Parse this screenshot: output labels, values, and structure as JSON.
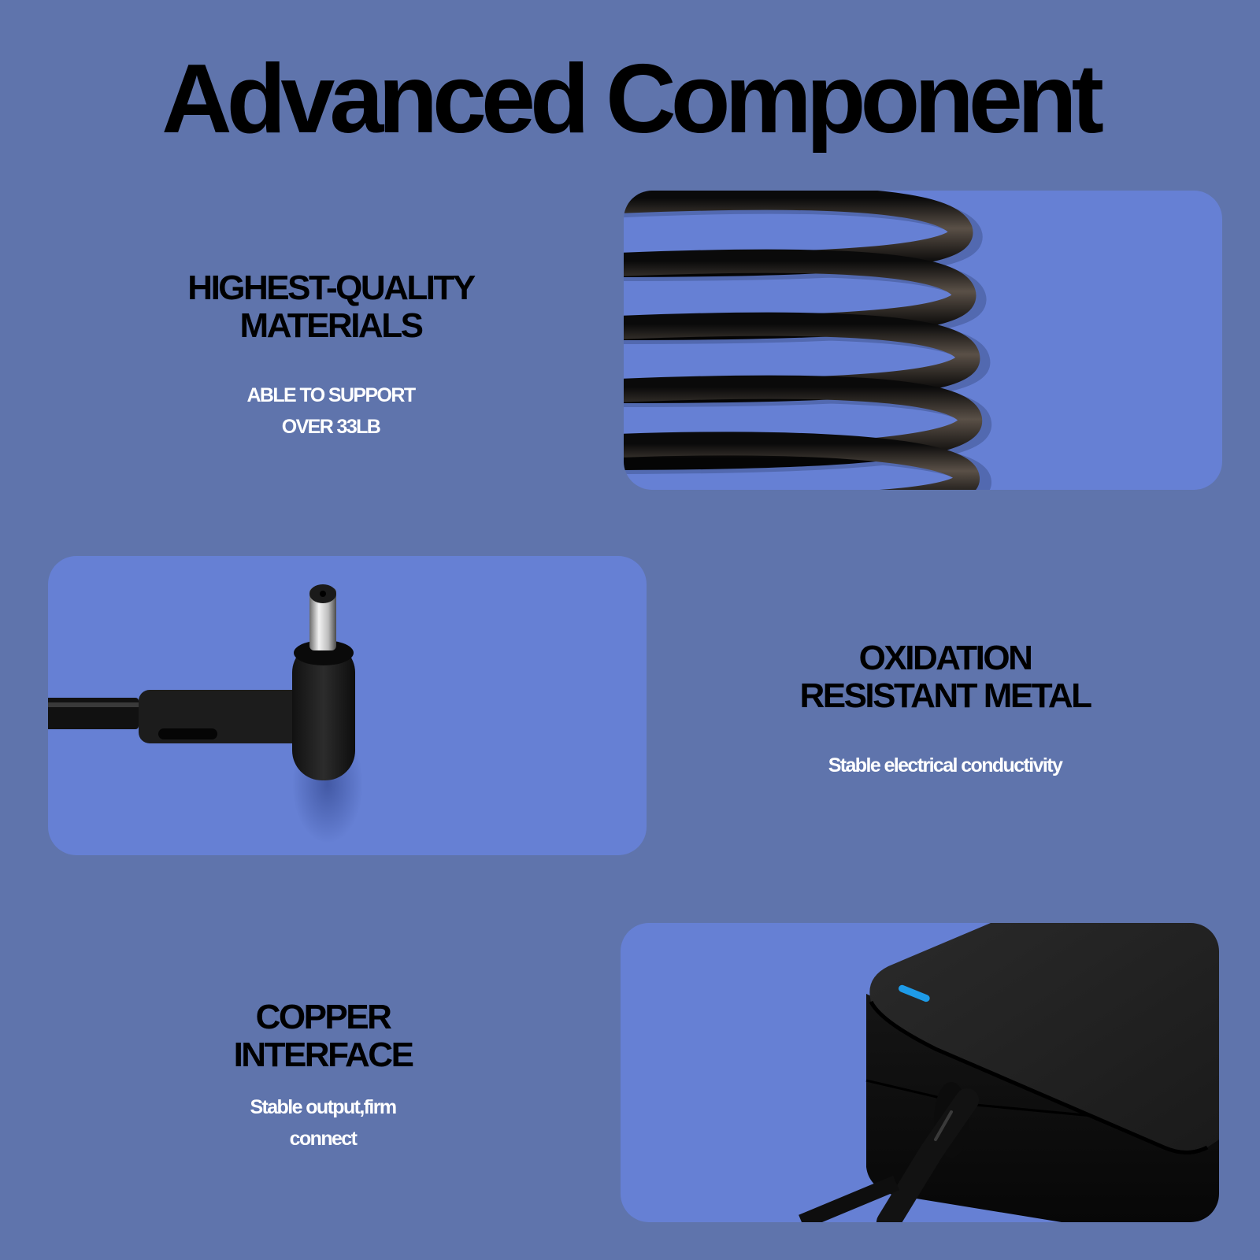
{
  "page": {
    "title": "Advanced Component",
    "background_color": "#5f74ac",
    "panel_color": "#6680d4"
  },
  "features": [
    {
      "heading_line1": "HIGHEST-QUALITY",
      "heading_line2": "MATERIALS",
      "sub_line1": "ABLE TO SUPPORT",
      "sub_line2": "OVER 33LB",
      "image": "coiled-cable-image"
    },
    {
      "heading_line1": "OXIDATION",
      "heading_line2": "RESISTANT METAL",
      "sub_line1": "Stable electrical conductivity",
      "image": "dc-plug-connector-image"
    },
    {
      "heading_line1": "COPPER",
      "heading_line2": "INTERFACE",
      "sub_line1": "Stable output,firm",
      "sub_line2": "connect",
      "image": "power-adapter-brick-image",
      "indicator_color": "#1e9be8"
    }
  ]
}
